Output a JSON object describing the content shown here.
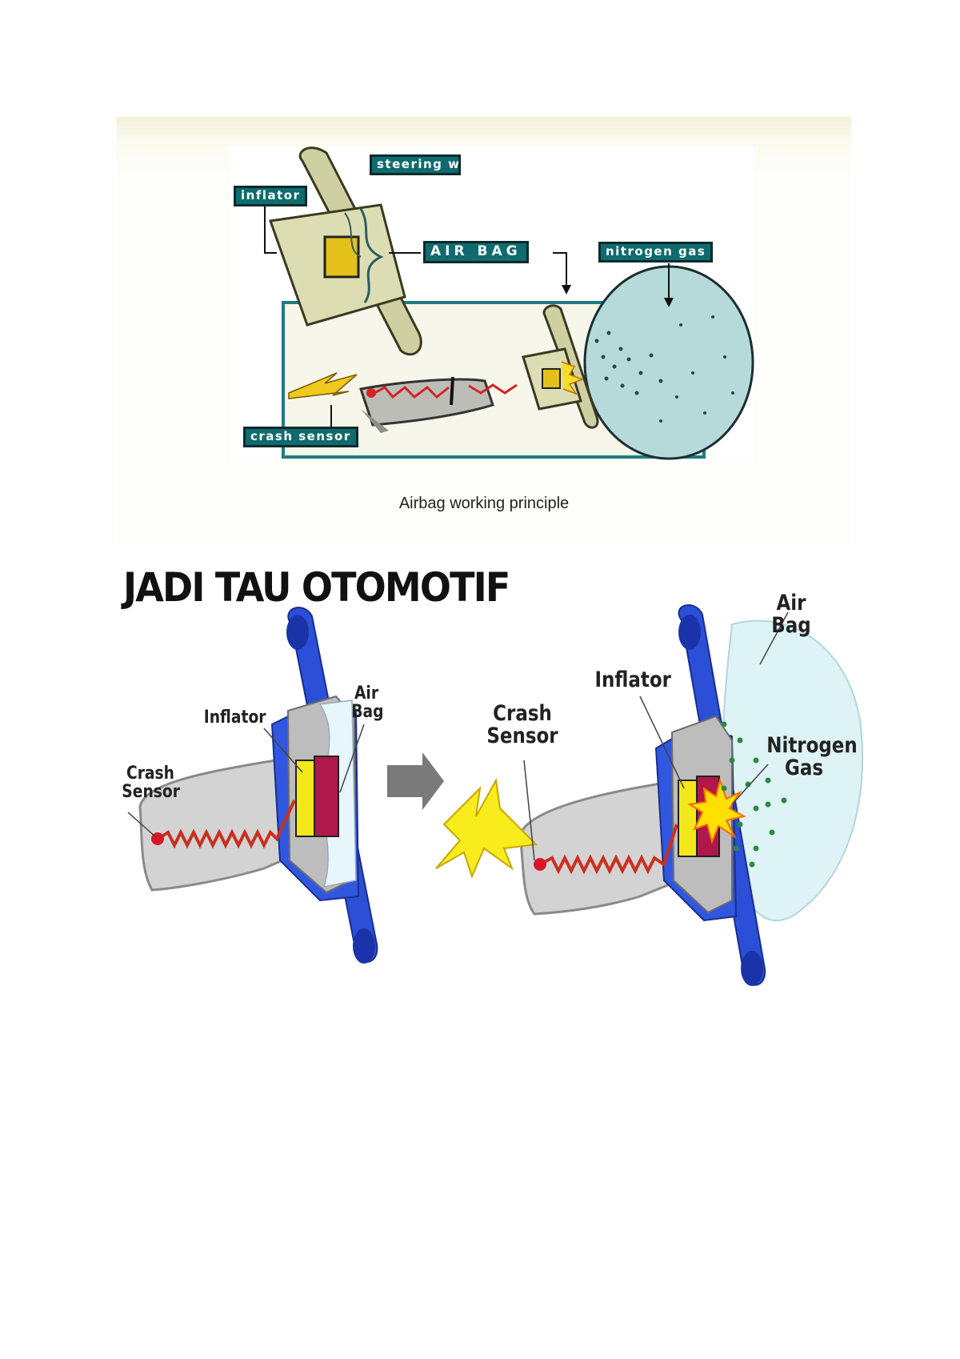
{
  "top_panel": {
    "caption": "Airbag working principle",
    "labels": {
      "steering_wheel": "steering wheel",
      "inflator": "inflator",
      "air_bag": "AIR BAG",
      "nitrogen_gas": "nitrogen gas",
      "crash_sensor": "crash sensor"
    },
    "colors": {
      "label_bg": "#0f6b6e",
      "label_text": "#ffffff",
      "bag": "#b6d9d9",
      "frame": "#1f7b80"
    }
  },
  "bottom_panel": {
    "title": "JADI TAU OTOMOTIF",
    "before": {
      "crash_sensor": "Crash Sensor",
      "inflator": "Inflator",
      "air_bag": "Air Bag"
    },
    "after": {
      "crash_sensor": "Crash Sensor",
      "inflator": "Inflator",
      "air_bag": "Air Bag",
      "nitrogen_gas": "Nitrogen Gas"
    },
    "colors": {
      "wheel": "#2b4fd6",
      "arrow": "#7a7a7a",
      "inflator": "#f2e81a",
      "charge": "#b0174a",
      "spark": "#ffe000"
    }
  }
}
